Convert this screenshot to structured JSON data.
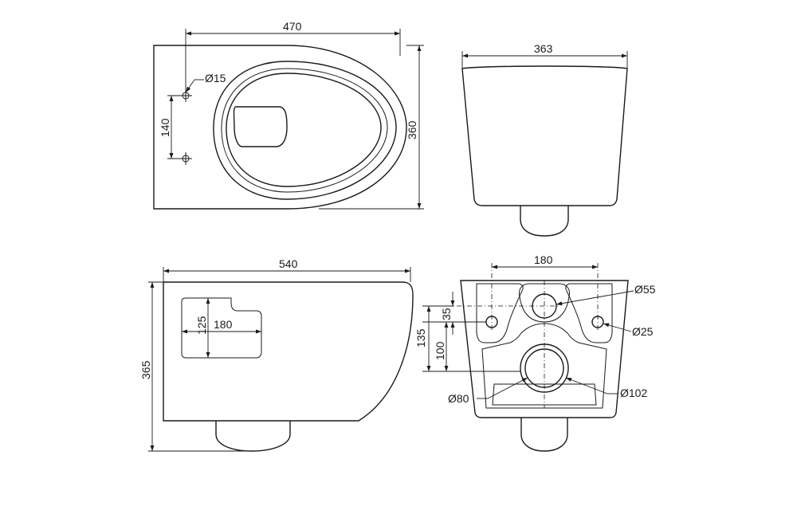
{
  "views": {
    "top": {
      "width_label": "470",
      "height_label": "360",
      "hole_spacing_label": "140",
      "hole_diameter_label": "Ø15"
    },
    "front": {
      "width_label": "363"
    },
    "side": {
      "length_label": "540",
      "height_label": "365",
      "opening_height_label": "125",
      "opening_width_label": "180"
    },
    "back": {
      "spacing_label": "180",
      "inlet_label": "Ø55",
      "fixing_hole_label": "Ø25",
      "outlet_inner_label": "Ø80",
      "outlet_outer_label": "Ø102",
      "offset_35_label": "35",
      "offset_135_label": "135",
      "offset_100_label": "100"
    }
  }
}
